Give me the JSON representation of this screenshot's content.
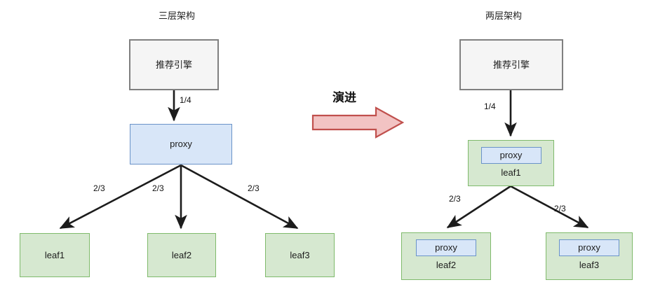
{
  "diagram": {
    "type": "architecture-evolution",
    "background": "#ffffff",
    "colors": {
      "engine_fill": "#f5f5f5",
      "engine_stroke": "#808080",
      "proxy_fill": "#d8e6f8",
      "proxy_stroke": "#6a93c8",
      "leaf_fill": "#d6e8d0",
      "leaf_stroke": "#7fba6b",
      "edge_stroke": "#1c1c1c",
      "evolve_arrow_fill": "#f2c3c3",
      "evolve_arrow_stroke": "#c0504d"
    },
    "left": {
      "title": "三层架构",
      "engine": {
        "label": "推荐引擎"
      },
      "proxy": {
        "label": "proxy"
      },
      "leaves": [
        {
          "label": "leaf1"
        },
        {
          "label": "leaf2"
        },
        {
          "label": "leaf3"
        }
      ],
      "edges": [
        {
          "from": "推荐引擎",
          "to": "proxy",
          "label": "1/4"
        },
        {
          "from": "proxy",
          "to": "leaf1",
          "label": "2/3"
        },
        {
          "from": "proxy",
          "to": "leaf2",
          "label": "2/3"
        },
        {
          "from": "proxy",
          "to": "leaf3",
          "label": "2/3"
        }
      ]
    },
    "middle": {
      "label": "演进",
      "arrow": "right-block-arrow"
    },
    "right": {
      "title": "两层架构",
      "engine": {
        "label": "推荐引擎"
      },
      "leaves": [
        {
          "proxy_label": "proxy",
          "label": "leaf1"
        },
        {
          "proxy_label": "proxy",
          "label": "leaf2"
        },
        {
          "proxy_label": "proxy",
          "label": "leaf3"
        }
      ],
      "edges": [
        {
          "from": "推荐引擎",
          "to": "leaf1",
          "label": "1/4"
        },
        {
          "from": "leaf1",
          "to": "leaf2",
          "label": "2/3"
        },
        {
          "from": "leaf1",
          "to": "leaf3",
          "label": "2/3"
        }
      ]
    }
  }
}
